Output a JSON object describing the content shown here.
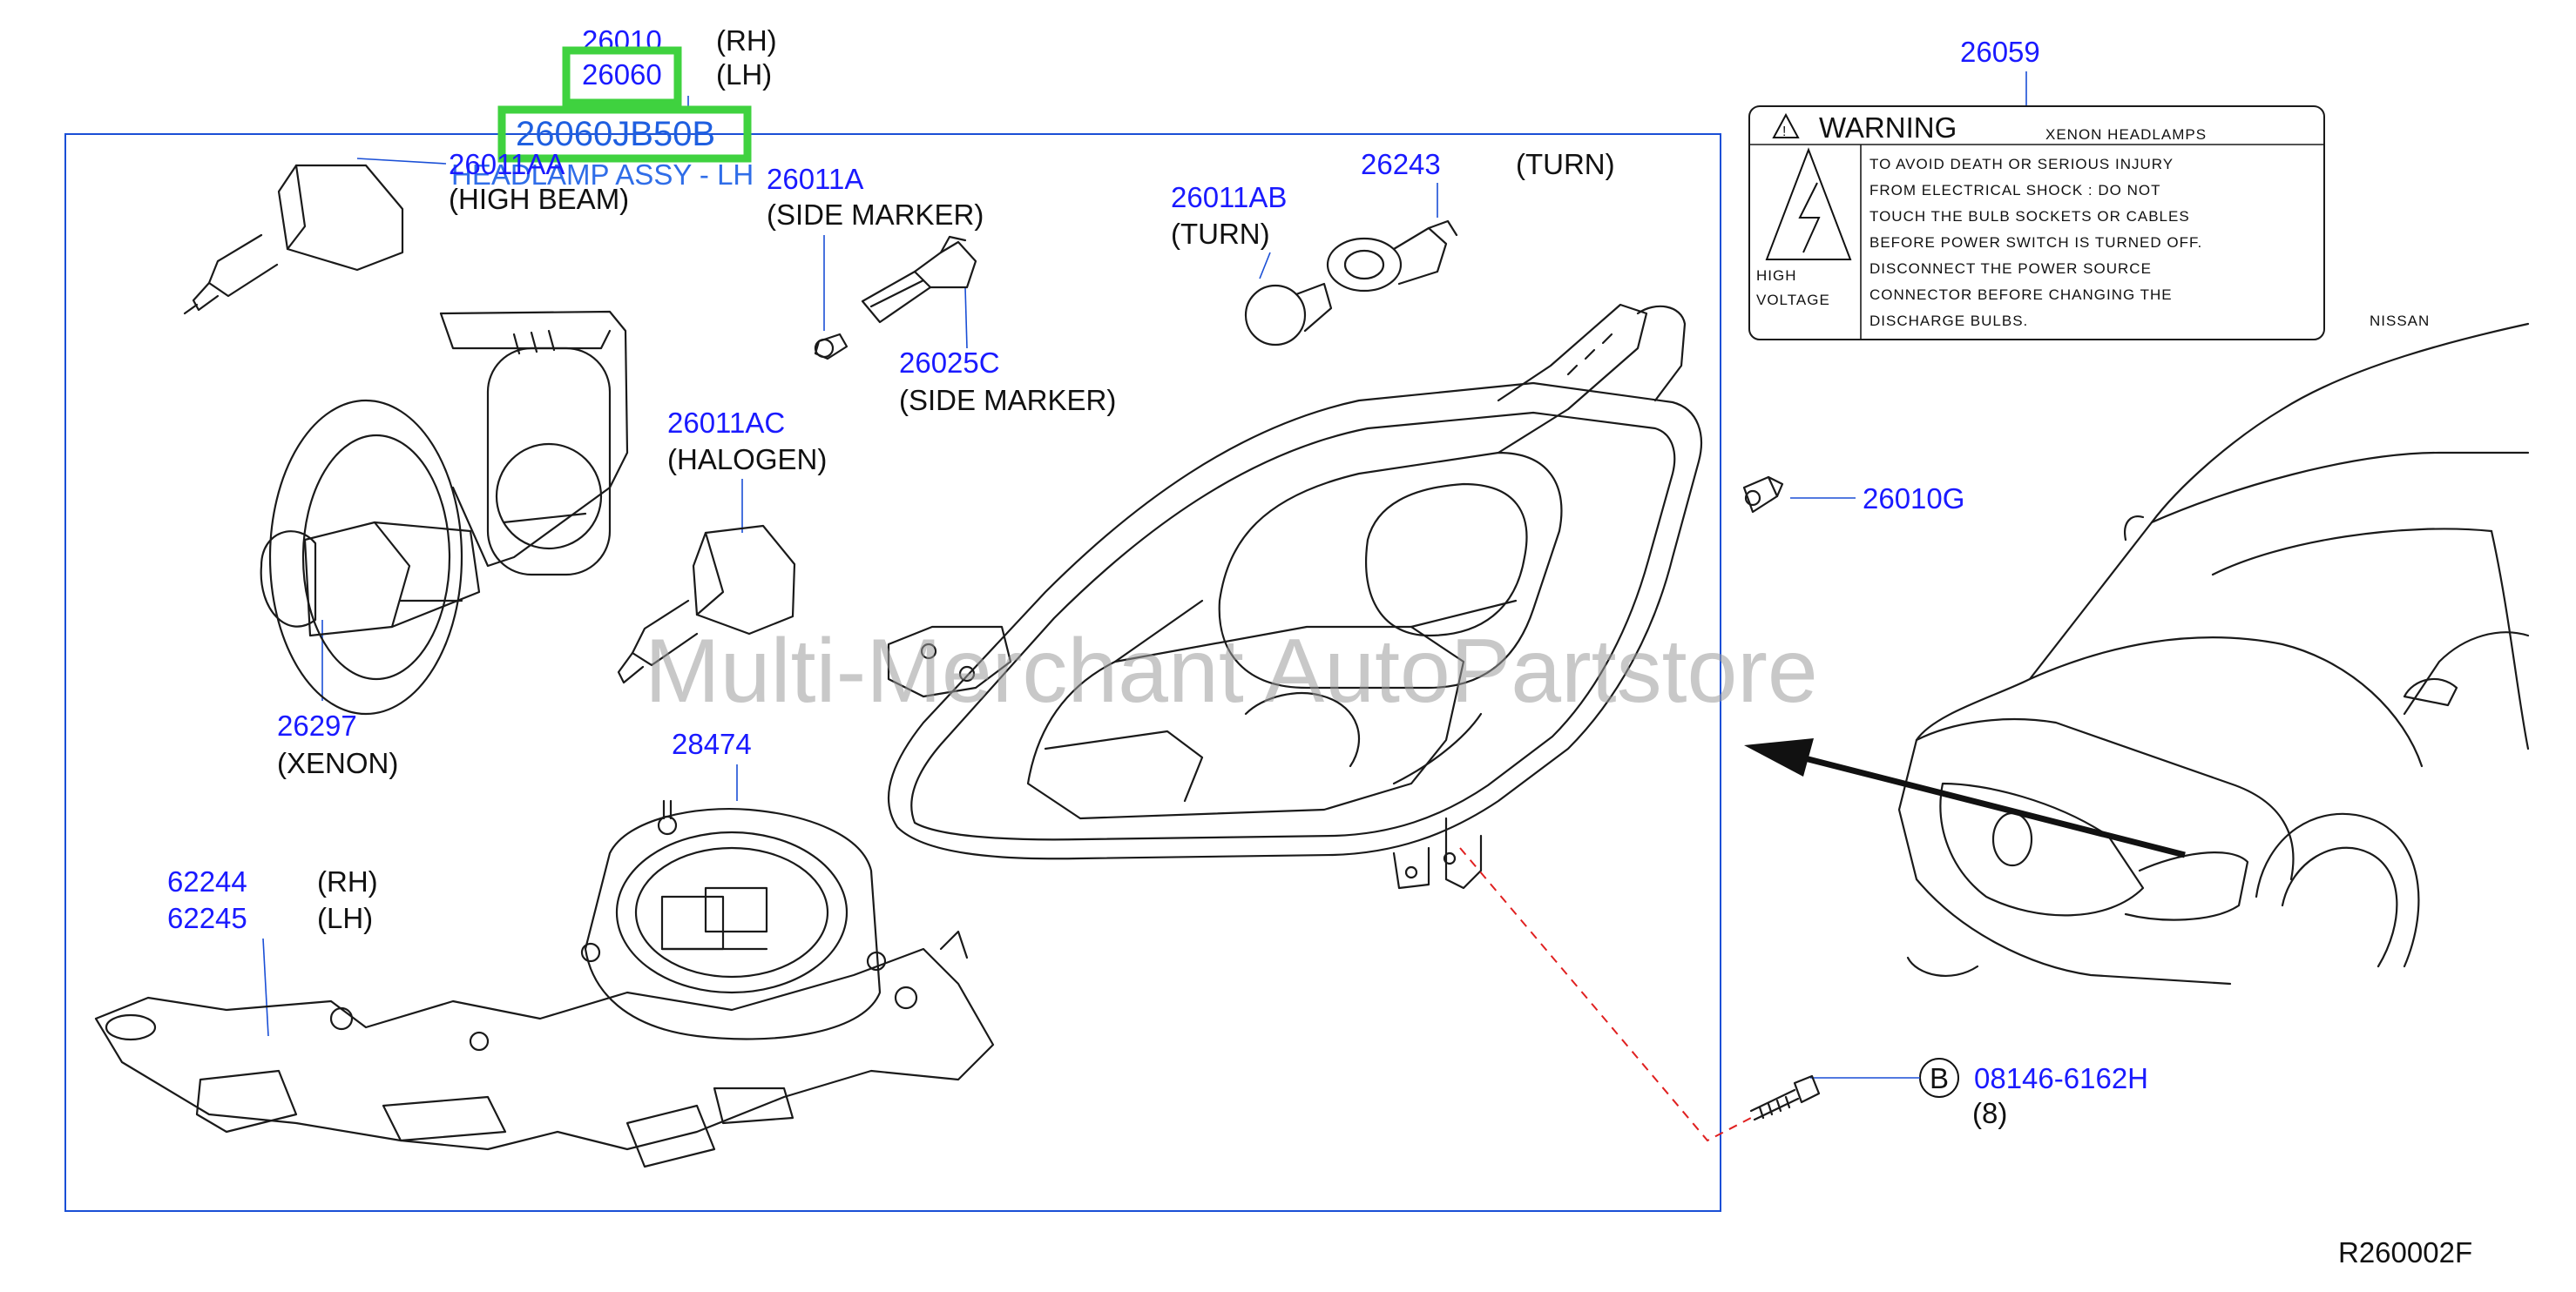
{
  "header": {
    "part_rh": "26010",
    "tag_rh": "(RH)",
    "part_lh": "26060",
    "tag_lh": "(LH)",
    "selected_part": "26060JB50B",
    "selected_desc": "HEADLAMP ASSY - LH"
  },
  "callouts": [
    {
      "pn": "26011AA",
      "desc": "(HIGH   BEAM)"
    },
    {
      "pn": "26011A",
      "desc": "(SIDE   MARKER)"
    },
    {
      "pn": "26011AB",
      "desc": "(TURN)"
    },
    {
      "pn": "26243",
      "desc": "(TURN)"
    },
    {
      "pn": "26025C",
      "desc": "(SIDE   MARKER)"
    },
    {
      "pn": "26011AC",
      "desc": "(HALOGEN)"
    },
    {
      "pn": "26297",
      "desc": "(XENON)"
    },
    {
      "pn": "28474",
      "desc": ""
    },
    {
      "pn": "62244",
      "desc": "(RH)"
    },
    {
      "pn": "62245",
      "desc": "(LH)"
    },
    {
      "pn": "26010G",
      "desc": ""
    },
    {
      "pn": "26059",
      "desc": ""
    },
    {
      "pn": "08146-6162H",
      "desc": "(8)"
    }
  ],
  "bolt_marker": "B",
  "warning": {
    "title": "WARNING",
    "subtitle": "XENON   HEADLAMPS",
    "side_line1": "HIGH",
    "side_line2": "VOLTAGE",
    "lines": [
      "TO   AVOID   DEATH   OR   SERIOUS   INJURY",
      "FROM   ELECTRICAL   SHOCK  :  DO   NOT",
      "TOUCH   THE   BULB   SOCKETS   OR   CABLES",
      "BEFORE   POWER   SWITCH   IS   TURNED   OFF.",
      "DISCONNECT   THE   POWER   SOURCE",
      "CONNECTOR   BEFORE   CHANGING   THE",
      "DISCHARGE   BULBS."
    ]
  },
  "brand": "NISSAN",
  "watermark": "Multi-Merchant AutoPartstore",
  "diagram_code": "R260002F",
  "colors": {
    "part_number": "#1a1aff",
    "highlight": "#3fd23f",
    "frame": "#1a4fd6",
    "dashed_leader": "#e02020"
  }
}
